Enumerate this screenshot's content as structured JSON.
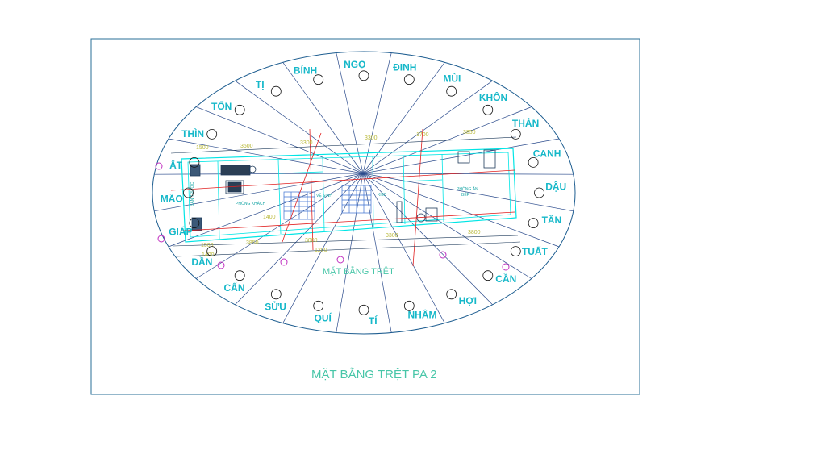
{
  "drawing": {
    "title": "MẶT BẰNG TRỆT PA 2",
    "plan_label": "MẶT BẰNG TRỆT",
    "colors": {
      "frame": "#2a6f97",
      "ellipse": "#1d5d90",
      "ray": "#2b4b8c",
      "wall": "#00e5e5",
      "red_axis": "#e02020",
      "dimension": "#b9b93a",
      "label": "#16b8c9",
      "title": "#48c6a8",
      "grid_bubble": "#c030c0"
    },
    "directions": [
      {
        "label": "BÍNH"
      },
      {
        "label": "NGỌ"
      },
      {
        "label": "ĐINH"
      },
      {
        "label": "MÙI"
      },
      {
        "label": "KHÔN"
      },
      {
        "label": "THÂN"
      },
      {
        "label": "CANH"
      },
      {
        "label": "DẬU"
      },
      {
        "label": "TÂN"
      },
      {
        "label": "TUẤT"
      },
      {
        "label": "CẦN"
      },
      {
        "label": "HỢI"
      },
      {
        "label": "NHÂM"
      },
      {
        "label": "TÍ"
      },
      {
        "label": "QUÍ"
      },
      {
        "label": "SỬU"
      },
      {
        "label": "CẤN"
      },
      {
        "label": "DẦN"
      },
      {
        "label": "GIÁP"
      },
      {
        "label": "MÃO"
      },
      {
        "label": "ẤT"
      },
      {
        "label": "THÌN"
      },
      {
        "label": "TỐN"
      },
      {
        "label": "TỊ"
      }
    ],
    "dimensions_top": [
      "1500",
      "3500",
      "3300",
      "3300",
      "1700",
      "3850"
    ],
    "dimensions_bottom": [
      "1500",
      "3850",
      "3000",
      "3300",
      "3800"
    ],
    "dimensions_inner": [
      "1400",
      "1400",
      "1200"
    ],
    "room_labels": [
      "PHÒNG KHÁCH",
      "PHÒNG ĂN",
      "BẾP",
      "VỆ SINH",
      "KHO",
      "SÂN TRƯỚC"
    ]
  }
}
